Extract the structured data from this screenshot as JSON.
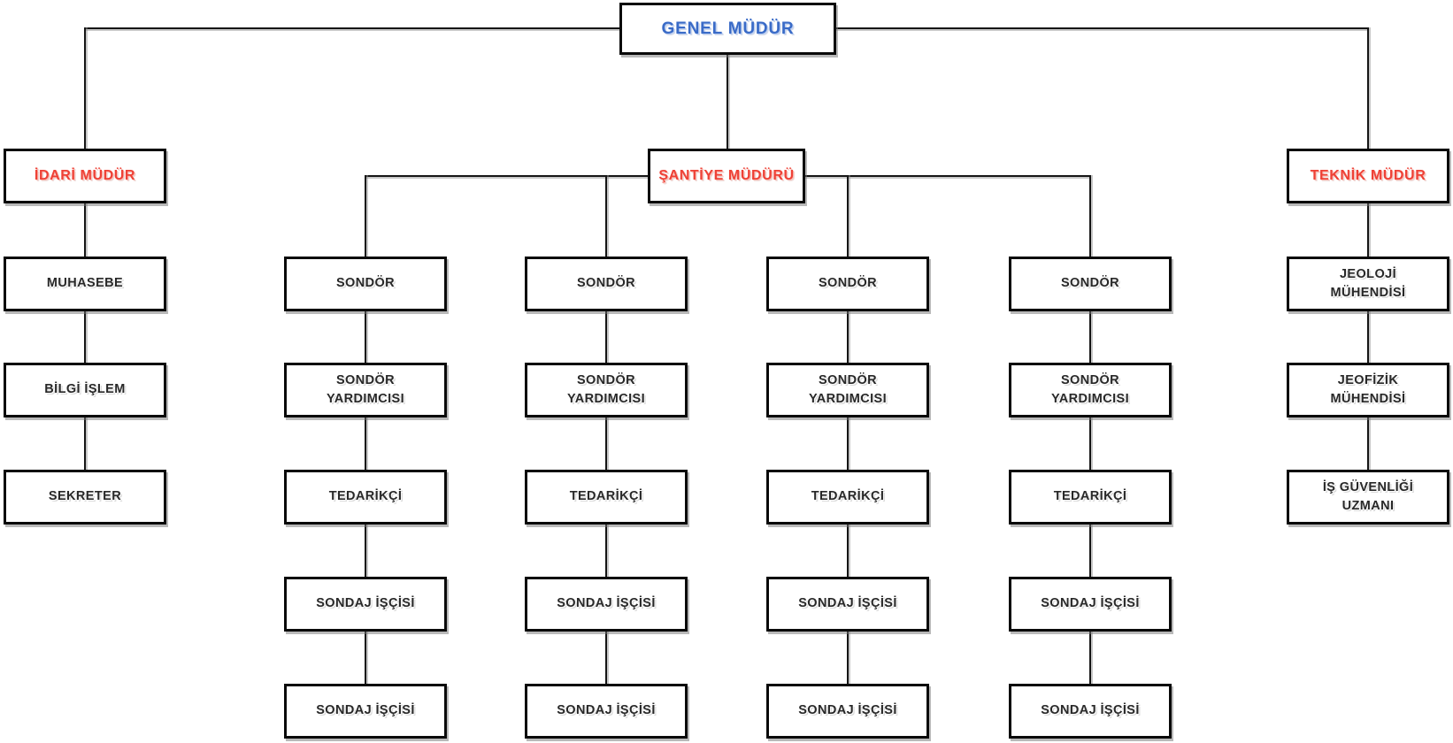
{
  "diagram": {
    "type": "org-chart",
    "colors": {
      "root_text": "#3a6bc7",
      "branch_head_text": "#ee4136",
      "node_text": "#282828",
      "box_border": "#0a0a0a",
      "connector_line": "#151515",
      "background": "#ffffff"
    },
    "root": {
      "label": "GENEL MÜDÜR"
    },
    "branches": [
      {
        "head": "İDARİ MÜDÜR",
        "children": [
          "MUHASEBE",
          "BİLGİ İŞLEM",
          "SEKRETER"
        ]
      },
      {
        "head": "ŞANTİYE MÜDÜRÜ",
        "teams": [
          [
            "SONDÖR",
            "SONDÖR YARDIMCISI",
            "TEDARİKÇİ",
            "SONDAJ İŞÇİSİ",
            "SONDAJ İŞÇİSİ"
          ],
          [
            "SONDÖR",
            "SONDÖR YARDIMCISI",
            "TEDARİKÇİ",
            "SONDAJ İŞÇİSİ",
            "SONDAJ İŞÇİSİ"
          ],
          [
            "SONDÖR",
            "SONDÖR YARDIMCISI",
            "TEDARİKÇİ",
            "SONDAJ İŞÇİSİ",
            "SONDAJ İŞÇİSİ"
          ],
          [
            "SONDÖR",
            "SONDÖR YARDIMCISI",
            "TEDARİKÇİ",
            "SONDAJ İŞÇİSİ",
            "SONDAJ İŞÇİSİ"
          ]
        ]
      },
      {
        "head": "TEKNİK MÜDÜR",
        "children": [
          "JEOLOJİ MÜHENDİSİ",
          "JEOFİZİK MÜHENDİSİ",
          "İŞ GÜVENLİĞİ UZMANI"
        ]
      }
    ]
  }
}
